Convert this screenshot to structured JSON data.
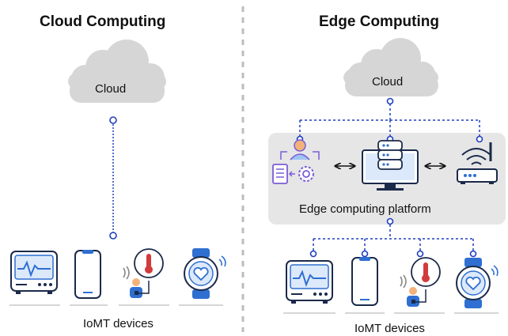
{
  "left": {
    "title": "Cloud Computing",
    "cloud_label": "Cloud",
    "devices_label": "IoMT devices"
  },
  "right": {
    "title": "Edge Computing",
    "cloud_label": "Cloud",
    "platform_label": "Edge computing platform",
    "devices_label": "IoMT devices"
  },
  "colors": {
    "cloud": "#d6d6d6",
    "link": "#1f3fbf",
    "icon_blue": "#2e6fd1",
    "icon_dark": "#1b2a4a",
    "icon_purple": "#7b5cd6",
    "platform_bg": "#e6e6e6",
    "divider": "#bdbdbd"
  },
  "icons": {
    "devices": [
      "patient-monitor-icon",
      "smartphone-icon",
      "thermometer-sensor-icon",
      "smartwatch-icon"
    ],
    "edge": [
      "data-processing-icon",
      "server-icon",
      "wifi-router-icon"
    ]
  }
}
